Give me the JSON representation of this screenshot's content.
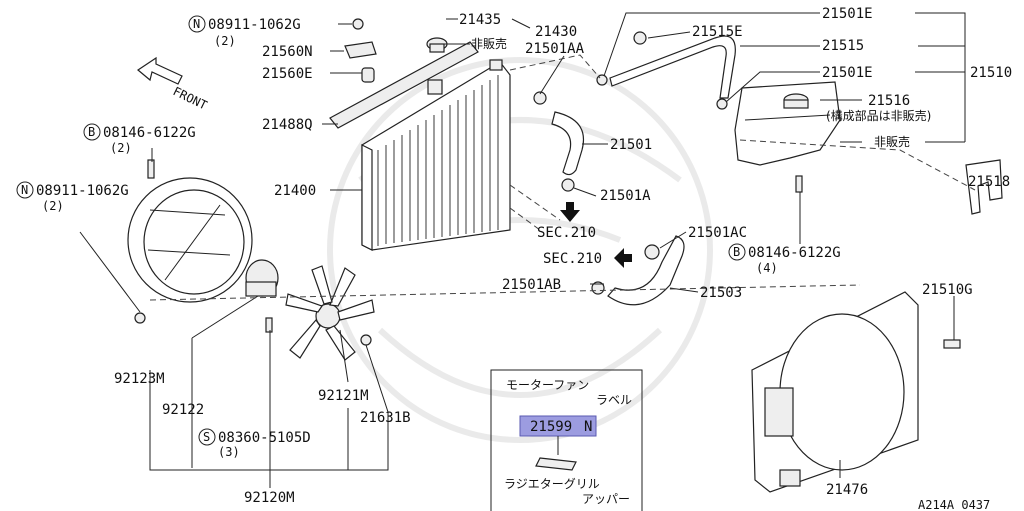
{
  "diagram": {
    "labels": {
      "n_08911_1062G_top": "08911-1062G",
      "n_08911_1062G_top_qty": "(2)",
      "p21435": "21435",
      "p21430": "21430",
      "not_sold_1": "非販売",
      "p21501AA": "21501AA",
      "p21560N": "21560N",
      "p21560E": "21560E",
      "p21515E": "21515E",
      "p21501E_top": "21501E",
      "p21515": "21515",
      "p21501E_mid": "21501E",
      "p21510": "21510",
      "p21516": "21516",
      "p21516_note": "(構成部品は非販売)",
      "not_sold_2": "非販売",
      "front": "FRONT",
      "p21488Q": "21488Q",
      "b_08146_6122G_left": "08146-6122G",
      "b_08146_6122G_left_qty": "(2)",
      "p21501": "21501",
      "p21518": "21518",
      "n_08911_1062G_left": "08911-1062G",
      "n_08911_1062G_left_qty": "(2)",
      "p21400": "21400",
      "p21501A": "21501A",
      "sec210_a": "SEC.210",
      "p21501AC": "21501AC",
      "b_08146_6122G_right": "08146-6122G",
      "b_08146_6122G_right_qty": "(4)",
      "sec210_b": "SEC.210",
      "p21501AB": "21501AB",
      "p21503": "21503",
      "p21510G": "21510G",
      "p92123M": "92123M",
      "p92122": "92122",
      "p92121M": "92121M",
      "p21631B": "21631B",
      "s_08360_5105D": "08360-5105D",
      "s_08360_5105D_qty": "(3)",
      "p92120M": "92120M",
      "p21476": "21476",
      "ref_code": "A214A 0437",
      "circle_N": "N",
      "circle_B": "B",
      "circle_S": "S"
    },
    "inset": {
      "motor_fan_label_1": "モーターファン",
      "motor_fan_label_2": "ラベル",
      "part_no": "21599",
      "part_suffix": "N",
      "rad_grille_1": "ラジエターグリル",
      "rad_grille_2": "アッパー"
    },
    "colors": {
      "highlight": "#9c9ce0",
      "highlight_border": "#5a5ab0"
    }
  }
}
